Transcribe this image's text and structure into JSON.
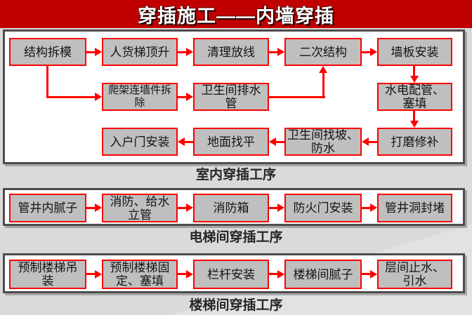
{
  "title": "穿插施工——内墙穿插",
  "colors": {
    "title_bg": "#c00000",
    "page_bg": "#dadada",
    "node_fill": "#bfbfbf",
    "accent_red": "#ff0000",
    "panel_border": "#4d4d4d"
  },
  "sections": [
    {
      "label": "室内穿插工序",
      "boxes": [
        {
          "label": "结构拆模"
        },
        {
          "label": "人货梯顶升"
        },
        {
          "label": "清理放线"
        },
        {
          "label": "二次结构"
        },
        {
          "label": "墙板安装"
        },
        {
          "label": "爬架连墙件拆\n除"
        },
        {
          "label": "卫生间排水\n管"
        },
        {
          "label": "水电配管、\n塞填"
        },
        {
          "label": "入户门安装"
        },
        {
          "label": "地面找平"
        },
        {
          "label": "卫生间找坡、\n防水"
        },
        {
          "label": "打磨修补"
        }
      ]
    },
    {
      "label": "电梯间穿插工序",
      "boxes": [
        {
          "label": "管井内腻子"
        },
        {
          "label": "消防、给水\n立管"
        },
        {
          "label": "消防箱"
        },
        {
          "label": "防火门安装"
        },
        {
          "label": "管井洞封堵"
        }
      ]
    },
    {
      "label": "楼梯间穿插工序",
      "boxes": [
        {
          "label": "预制楼梯吊\n装"
        },
        {
          "label": "预制楼梯固\n定、塞填"
        },
        {
          "label": "栏杆安装"
        },
        {
          "label": "楼梯间腻子"
        },
        {
          "label": "层间止水、\n引水"
        }
      ]
    }
  ]
}
